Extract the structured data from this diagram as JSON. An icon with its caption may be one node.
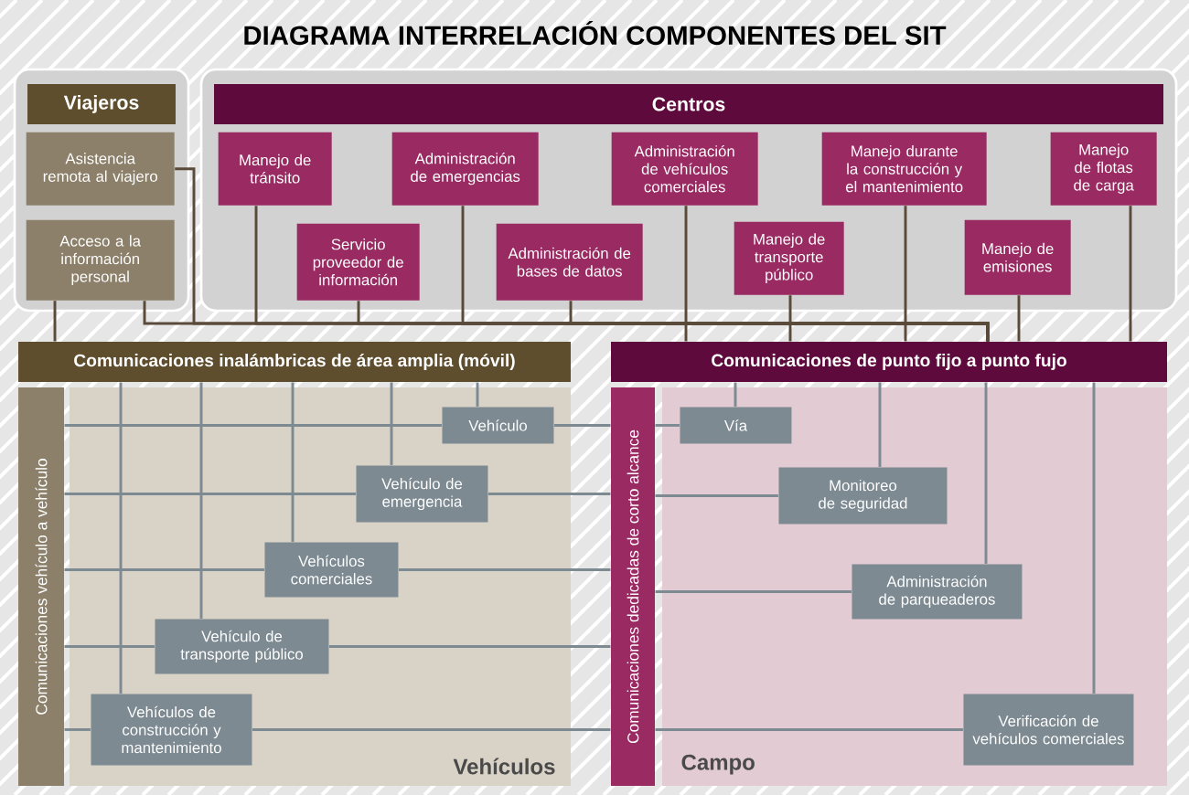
{
  "diagram": {
    "title": "DIAGRAMA INTERRELACIÓN COMPONENTES DEL SIT",
    "nodes": [
      {
        "text": [
          "Viajeros"
        ]
      },
      {
        "text": [
          "Asistencia remota al viajero"
        ],
        "in": 0
      },
      {
        "text": [
          "Acceso a la información personal"
        ],
        "in": 0
      },
      {
        "text": [
          "Centros"
        ]
      },
      {
        "text": [
          "Manejo de tránsito"
        ],
        "in": 3
      },
      {
        "text": [
          "Administración de emergencias"
        ],
        "in": 3
      },
      {
        "text": [
          "Servicio proveedor de información"
        ],
        "in": 3
      },
      {
        "text": [
          "Administración de bases de datos"
        ],
        "in": 3
      },
      {
        "text": [
          "Administración de vehículos comerciales"
        ],
        "in": 3
      },
      {
        "text": [
          "Manejo de transporte público"
        ],
        "in": 3
      },
      {
        "text": [
          "Manejo durante la construcción y el mantenimiento"
        ],
        "in": 3
      },
      {
        "text": [
          "Manejo de emisiones"
        ],
        "in": 3
      },
      {
        "text": [
          "Manejo de flotas de carga"
        ],
        "in": 3
      },
      {
        "text": [
          "Comunicaciones inalámbricas de área amplia (móvil)"
        ]
      },
      {
        "text": [
          "Comunicaciones de punto fijo a punto fujo"
        ]
      },
      {
        "text": [
          "Vehículos"
        ]
      },
      {
        "text": [
          "Comunicaciones vehículo a vehículo"
        ]
      },
      {
        "text": [
          "Vehículo"
        ],
        "in": 15
      },
      {
        "text": [
          "Vehículo de emergencia"
        ],
        "in": 15
      },
      {
        "text": [
          "Vehículos comerciales"
        ],
        "in": 15
      },
      {
        "text": [
          "Vehículo de transporte público"
        ],
        "in": 15
      },
      {
        "text": [
          "Vehículos de construcción y mantenimiento"
        ],
        "in": 15
      },
      {
        "text": [
          "Campo"
        ]
      },
      {
        "text": [
          "Comunicaciones dedicadas de corto alcance"
        ]
      },
      {
        "text": [
          "Vía"
        ],
        "in": 22
      },
      {
        "text": [
          "Monitoreo de seguridad"
        ],
        "in": 22
      },
      {
        "text": [
          "Administración de parqueaderos"
        ],
        "in": 22
      },
      {
        "text": [
          "Verificación de vehículos comerciales"
        ],
        "in": 22
      }
    ],
    "edges": [
      {
        "from": 1,
        "to": 14,
        "arrow": "none",
        "color": "#5a4a3a"
      },
      {
        "from": 2,
        "to": 14,
        "arrow": "none",
        "color": "#5a4a3a"
      },
      {
        "from": 2,
        "to": 13,
        "arrow": "none",
        "color": "#5a4a3a"
      },
      {
        "from": 4,
        "to": 14,
        "arrow": "none",
        "color": "#5a4a3a"
      },
      {
        "from": 5,
        "to": 14,
        "arrow": "none",
        "color": "#5a4a3a"
      },
      {
        "from": 6,
        "to": 14,
        "arrow": "none",
        "color": "#5a4a3a"
      },
      {
        "from": 7,
        "to": 14,
        "arrow": "none",
        "color": "#5a4a3a"
      },
      {
        "from": 8,
        "to": 14,
        "arrow": "none",
        "color": "#5a4a3a"
      },
      {
        "from": 9,
        "to": 14,
        "arrow": "none",
        "color": "#5a4a3a"
      },
      {
        "from": 10,
        "to": 14,
        "arrow": "none",
        "color": "#5a4a3a"
      },
      {
        "from": 11,
        "to": 14,
        "arrow": "none",
        "color": "#5a4a3a"
      },
      {
        "from": 12,
        "to": 14,
        "arrow": "none",
        "color": "#5a4a3a"
      },
      {
        "from": 13,
        "to": 17,
        "arrow": "none"
      },
      {
        "from": 13,
        "to": 18,
        "arrow": "none"
      },
      {
        "from": 13,
        "to": 19,
        "arrow": "none"
      },
      {
        "from": 13,
        "to": 20,
        "arrow": "none"
      },
      {
        "from": 13,
        "to": 21,
        "arrow": "none"
      },
      {
        "from": 14,
        "to": 24,
        "arrow": "none"
      },
      {
        "from": 14,
        "to": 25,
        "arrow": "none"
      },
      {
        "from": 14,
        "to": 26,
        "arrow": "none"
      },
      {
        "from": 14,
        "to": 27,
        "arrow": "none"
      },
      {
        "from": 16,
        "to": 17,
        "arrow": "none"
      },
      {
        "from": 17,
        "to": 23,
        "arrow": "none"
      },
      {
        "from": 16,
        "to": 18,
        "arrow": "none"
      },
      {
        "from": 18,
        "to": 23,
        "arrow": "none"
      },
      {
        "from": 16,
        "to": 19,
        "arrow": "none"
      },
      {
        "from": 19,
        "to": 23,
        "arrow": "none"
      },
      {
        "from": 16,
        "to": 20,
        "arrow": "none"
      },
      {
        "from": 20,
        "to": 23,
        "arrow": "none"
      },
      {
        "from": 16,
        "to": 21,
        "arrow": "none"
      },
      {
        "from": 21,
        "to": 23,
        "arrow": "none"
      },
      {
        "from": 23,
        "to": 24,
        "arrow": "none"
      },
      {
        "from": 23,
        "to": 25,
        "arrow": "none"
      },
      {
        "from": 23,
        "to": 26,
        "arrow": "none"
      },
      {
        "from": 23,
        "to": 27,
        "arrow": "none"
      }
    ]
  }
}
